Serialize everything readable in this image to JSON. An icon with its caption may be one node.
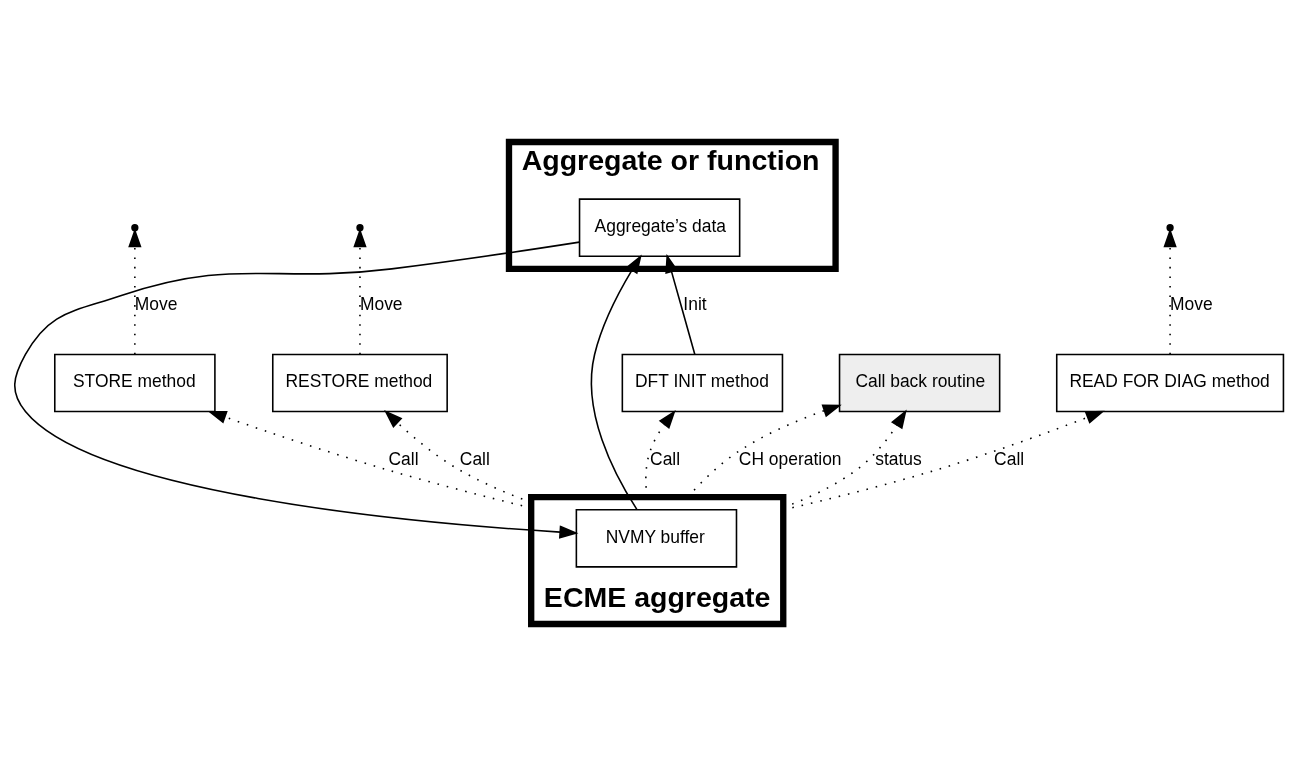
{
  "diagram": {
    "nodes": [
      {
        "text": [
          "Aggregate or function"
        ]
      },
      {
        "text": [
          "Aggregate’s data"
        ],
        "in": 0
      },
      {
        "text": [
          "STORE method"
        ]
      },
      {
        "text": [
          "DFT INIT method"
        ]
      },
      {
        "text": [
          "RESTORE method"
        ]
      },
      {
        "text": [
          "READ FOR DIAG method"
        ]
      },
      {
        "text": [
          "Call back routine"
        ]
      },
      {
        "text": [
          "ECME aggregate"
        ]
      },
      {
        "text": [
          "NVMY buffer"
        ],
        "in": 7
      }
    ],
    "edges": [
      {
        "from": 1,
        "to": 8,
        "arrow": "to"
      },
      {
        "from": 8,
        "to": 1,
        "arrow": "to"
      },
      {
        "from": 2,
        "to": null,
        "arrow": "to",
        "label": "Move",
        "style": "dashed"
      },
      {
        "from": 3,
        "to": 1,
        "arrow": "to",
        "label": "Init"
      },
      {
        "from": 4,
        "to": null,
        "arrow": "to",
        "label": "Move",
        "style": "dashed"
      },
      {
        "from": 5,
        "to": null,
        "arrow": "to",
        "label": "Move",
        "style": "dashed"
      },
      {
        "from": 7,
        "to": 2,
        "arrow": "to",
        "label": "Call",
        "style": "dashed"
      },
      {
        "from": 7,
        "to": 3,
        "arrow": "to",
        "label": "Call",
        "style": "dashed"
      },
      {
        "from": 7,
        "to": 4,
        "arrow": "to",
        "label": "Call",
        "style": "dashed"
      },
      {
        "from": 7,
        "to": 5,
        "arrow": "to",
        "label": "Call",
        "style": "dashed"
      },
      {
        "from": 7,
        "to": 6,
        "arrow": "to",
        "label": "status",
        "style": "dashed"
      },
      {
        "from": 7,
        "to": 6,
        "arrow": "to",
        "label": "CH operation",
        "style": "dashed"
      }
    ]
  }
}
